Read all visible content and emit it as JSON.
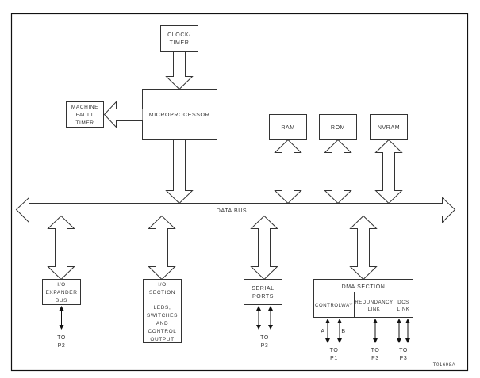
{
  "diagram": {
    "blocks": {
      "clock_timer": [
        "CLOCK/",
        "TIMER"
      ],
      "microprocessor": "MICROPROCESSOR",
      "machine_fault_timer": [
        "MACHINE",
        "FAULT",
        "TIMER"
      ],
      "ram": "RAM",
      "rom": "ROM",
      "nvram": "NVRAM",
      "io_expander": [
        "I/O",
        "EXPANDER",
        "BUS"
      ],
      "io_section": [
        "I/O",
        "SECTION",
        "",
        "LEDS,",
        "SWITCHES",
        "AND",
        "CONTROL",
        "OUTPUT"
      ],
      "serial_ports": [
        "SERIAL",
        "PORTS"
      ],
      "dma_section": {
        "title": "DMA SECTION",
        "controlway": "CONTROLWAY",
        "redundancy_link": [
          "REDUNDANCY",
          "LINK"
        ],
        "dcs_link": [
          "DCS",
          "LINK"
        ]
      }
    },
    "bus_label": "DATA BUS",
    "line_labels": {
      "a": "A",
      "b": "B"
    },
    "destinations": {
      "io_expander": [
        "TO",
        "P2"
      ],
      "serial_ports": [
        "TO",
        "P3"
      ],
      "controlway": [
        "TO",
        "P1"
      ],
      "redundancy_link": [
        "TO",
        "P3"
      ],
      "dcs_link": [
        "TO",
        "P3"
      ]
    },
    "figure_id": "T01698A"
  }
}
